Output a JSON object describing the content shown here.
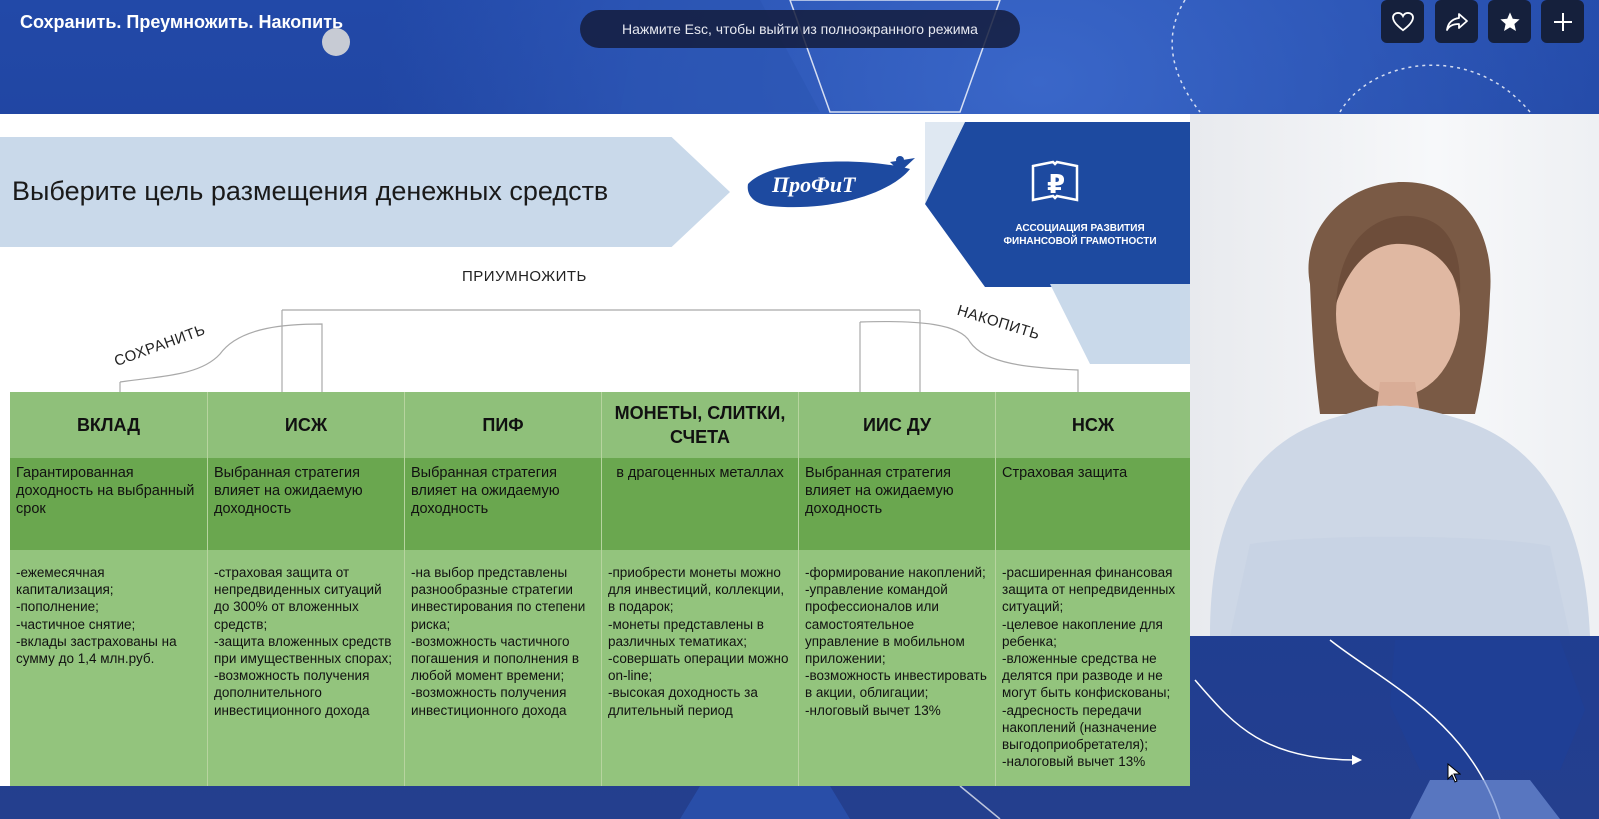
{
  "video": {
    "title": "Сохранить. Преумножить. Накопить",
    "esc_hint": "Нажмите Esc, чтобы выйти из полноэкранного режима",
    "buttons": [
      {
        "name": "like",
        "icon": "heart-icon"
      },
      {
        "name": "share",
        "icon": "share-icon"
      },
      {
        "name": "favorite",
        "icon": "star-icon"
      },
      {
        "name": "add",
        "icon": "plus-icon"
      }
    ]
  },
  "slide": {
    "title": "Выберите цель размещения денежных средств",
    "logo_text": "ПроФиТ",
    "association": "АССОЦИАЦИЯ РАЗВИТИЯ ФИНАНСОВОЙ ГРАМОТНОСТИ",
    "goals": {
      "multiply": "ПРИУМНОЖИТЬ",
      "save": "СОХРАНИТЬ",
      "accumulate": "НАКОПИТЬ"
    },
    "columns": [
      {
        "header": "ВКЛАД",
        "description": "Гарантированная доходность на выбранный срок",
        "features": "-ежемесячная капитализация;\n-пополнение;\n-частичное снятие;\n-вклады застрахованы на сумму до 1,4 млн.руб."
      },
      {
        "header": "ИСЖ",
        "description": "Выбранная стратегия влияет на ожидаемую доходность",
        "features": "-страховая защита от непредвиденных ситуаций до 300% от вложенных средств;\n-защита вложенных средств при имущественных спорах;\n-возможность получения дополнительного инвестиционного дохода"
      },
      {
        "header": "ПИФ",
        "description": "Выбранная стратегия влияет на ожидаемую доходность",
        "features": "-на выбор представлены разнообразные стратегии инвестирования по степени риска;\n-возможность частичного погашения и пополнения в любой момент времени;\n-возможность получения инвестиционного дохода"
      },
      {
        "header": "МОНЕТЫ, СЛИТКИ, СЧЕТА",
        "description": "в драгоценных металлах",
        "features": "-приобрести монеты можно для инвестиций, коллекции, в подарок;\n-монеты представлены в различных тематиках;\n-совершать операции можно on-line;\n-высокая доходность за длительный период"
      },
      {
        "header": "ИИС ДУ",
        "description": "Выбранная стратегия влияет на ожидаемую доходность",
        "features": "-формирование накоплений;\n-управление командой профессионалов или самостоятельное управление в мобильном приложении;\n-возможность инвестировать в акции, облигации;\n-нлоговый вычет 13%"
      },
      {
        "header": "НСЖ",
        "description": "Страховая защита",
        "features": "-расширенная финансовая защита от непредвиденных ситуаций;\n-целевое накопление для ребенка;\n-вложенные средства не делятся при разводе и не могут быть конфискованы;\n-адресность передачи накоплений (назначение выгодоприобретателя);\n-налоговый вычет 13%"
      }
    ]
  },
  "colors": {
    "header_green": "#8fc07a",
    "desc_green": "#6aa74f",
    "feature_green": "#93c47d",
    "brand_blue": "#1d4aa0",
    "banner_blue": "#c9d9ea"
  }
}
